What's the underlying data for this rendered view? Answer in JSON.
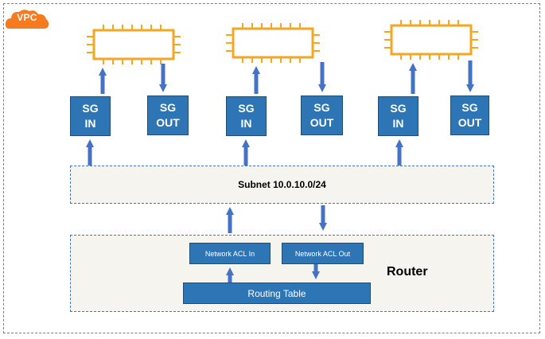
{
  "vpc": {
    "label": "VPC"
  },
  "instances": [
    {
      "sg_in": {
        "line1": "SG",
        "line2": "IN"
      },
      "sg_out": {
        "line1": "SG",
        "line2": "OUT"
      }
    },
    {
      "sg_in": {
        "line1": "SG",
        "line2": "IN"
      },
      "sg_out": {
        "line1": "SG",
        "line2": "OUT"
      }
    },
    {
      "sg_in": {
        "line1": "SG",
        "line2": "IN"
      },
      "sg_out": {
        "line1": "SG",
        "line2": "OUT"
      }
    }
  ],
  "subnet": {
    "label": "Subnet 10.0.10.0/24"
  },
  "router": {
    "label": "Router",
    "acl_in": "Network ACL In",
    "acl_out": "Network ACL Out",
    "routing_table": "Routing Table"
  },
  "colors": {
    "box_fill": "#2e75b6",
    "chip_orange": "#f5a623",
    "vpc_orange": "#f47b20",
    "panel_fill": "#f6f4ef"
  }
}
